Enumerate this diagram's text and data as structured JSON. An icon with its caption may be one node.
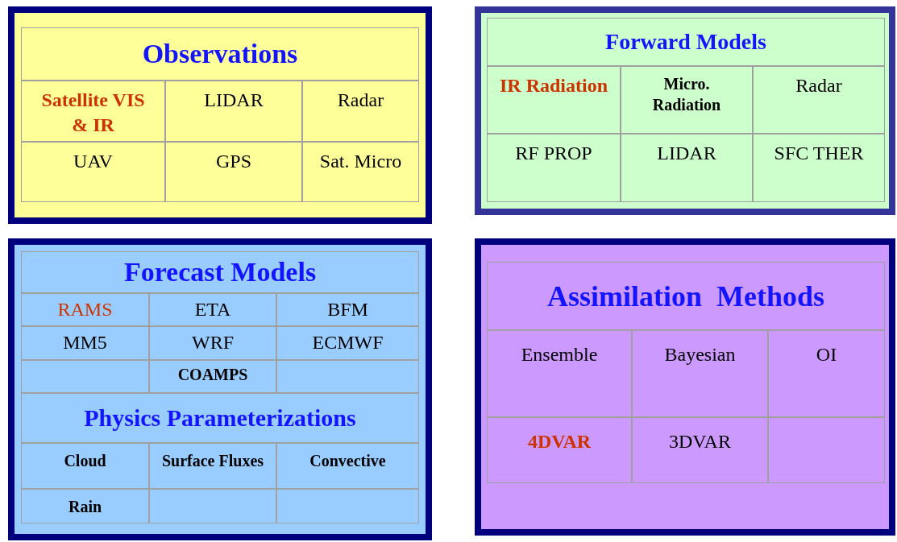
{
  "diagram": {
    "nodes": [
      {
        "text": [],
        "shape": "box"
      },
      {
        "text": [
          "Observations"
        ],
        "in": 0
      },
      {
        "text": [
          "Satellite VIS & IR"
        ],
        "in": 0
      },
      {
        "text": [
          "LIDAR"
        ],
        "in": 0
      },
      {
        "text": [
          "Radar"
        ],
        "in": 0
      },
      {
        "text": [
          "UAV"
        ],
        "in": 0
      },
      {
        "text": [
          "GPS"
        ],
        "in": 0
      },
      {
        "text": [
          "Sat. Micro"
        ],
        "in": 0
      },
      {
        "text": [],
        "shape": "box"
      },
      {
        "text": [
          "Forward Models"
        ],
        "in": 8
      },
      {
        "text": [
          "IR Radiation"
        ],
        "in": 8
      },
      {
        "text": [
          "Micro. Radiation"
        ],
        "in": 8
      },
      {
        "text": [
          "Radar"
        ],
        "in": 8
      },
      {
        "text": [
          "RF PROP"
        ],
        "in": 8
      },
      {
        "text": [
          "LIDAR"
        ],
        "in": 8
      },
      {
        "text": [
          "SFC THER"
        ],
        "in": 8
      },
      {
        "text": [],
        "shape": "box"
      },
      {
        "text": [
          "Forecast Models"
        ],
        "in": 16
      },
      {
        "text": [
          "RAMS"
        ],
        "in": 16
      },
      {
        "text": [
          "ETA"
        ],
        "in": 16
      },
      {
        "text": [
          "BFM"
        ],
        "in": 16
      },
      {
        "text": [
          "MM5"
        ],
        "in": 16
      },
      {
        "text": [
          "WRF"
        ],
        "in": 16
      },
      {
        "text": [
          "ECMWF"
        ],
        "in": 16
      },
      {
        "text": [],
        "shape": "box",
        "in": 16
      },
      {
        "text": [
          "COAMPS"
        ],
        "in": 16
      },
      {
        "text": [],
        "shape": "box",
        "in": 16
      },
      {
        "text": [
          "Physics Parameterizations"
        ],
        "in": 16
      },
      {
        "text": [
          "Cloud"
        ],
        "in": 16
      },
      {
        "text": [
          "Surface Fluxes"
        ],
        "in": 16
      },
      {
        "text": [
          "Convective"
        ],
        "in": 16
      },
      {
        "text": [
          "Rain"
        ],
        "in": 16
      },
      {
        "text": [],
        "shape": "box",
        "in": 16
      },
      {
        "text": [],
        "shape": "box",
        "in": 16
      },
      {
        "text": [],
        "shape": "box"
      },
      {
        "text": [
          "Assimilation  Methods"
        ],
        "in": 34
      },
      {
        "text": [
          "Ensemble"
        ],
        "in": 34
      },
      {
        "text": [
          "Bayesian"
        ],
        "in": 34
      },
      {
        "text": [
          "OI"
        ],
        "in": 34
      },
      {
        "text": [
          "4DVAR"
        ],
        "in": 34
      },
      {
        "text": [
          "3DVAR"
        ],
        "in": 34
      },
      {
        "text": [],
        "shape": "box",
        "in": 34
      }
    ],
    "edges": []
  }
}
